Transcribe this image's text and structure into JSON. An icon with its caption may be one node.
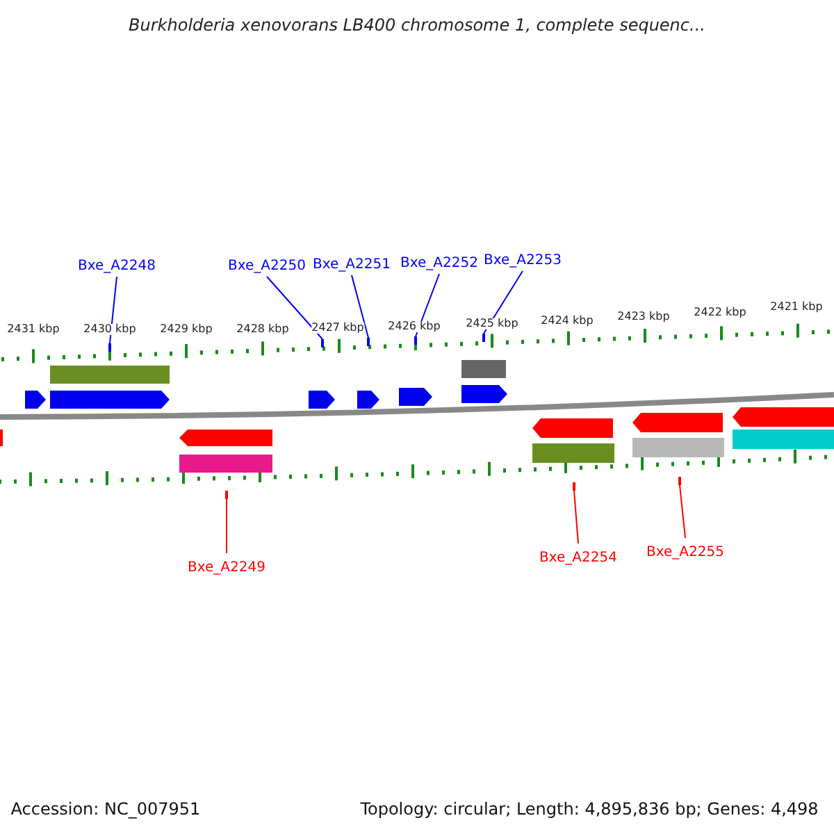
{
  "diagram": {
    "title": "Burkholderia xenovorans LB400 chromosome 1, complete sequenc...",
    "nodes": [
      {
        "text": [
          "Bxe_A2248"
        ]
      },
      {
        "text": [
          "Bxe_A2250"
        ]
      },
      {
        "text": [
          "Bxe_A2251"
        ]
      },
      {
        "text": [
          "Bxe_A2252"
        ]
      },
      {
        "text": [
          "Bxe_A2253"
        ]
      },
      {
        "text": [
          "Bxe_A2249"
        ]
      },
      {
        "text": [
          "Bxe_A2254"
        ]
      },
      {
        "text": [
          "Bxe_A2255"
        ]
      },
      {
        "text": [],
        "shape": "bar"
      },
      {
        "text": [],
        "shape": "bar"
      },
      {
        "text": [],
        "shape": "bar"
      },
      {
        "text": [],
        "shape": "bar"
      },
      {
        "text": [],
        "shape": "bar"
      },
      {
        "text": [],
        "shape": "bar"
      },
      {
        "text": [],
        "shape": "bar"
      },
      {
        "text": [],
        "shape": "bar"
      }
    ],
    "edges": [
      {
        "from": 0,
        "to": 8,
        "arrow": "none"
      },
      {
        "from": 1,
        "to": 9,
        "arrow": "none"
      },
      {
        "from": 2,
        "to": 10,
        "arrow": "none"
      },
      {
        "from": 3,
        "to": 11,
        "arrow": "none"
      },
      {
        "from": 4,
        "to": 12,
        "arrow": "none"
      },
      {
        "from": 5,
        "to": 13,
        "arrow": "none",
        "color": "#ff0000"
      },
      {
        "from": 6,
        "to": 14,
        "arrow": "none",
        "color": "#ff0000"
      },
      {
        "from": 7,
        "to": 15,
        "arrow": "none",
        "color": "#ff0000"
      }
    ],
    "labels": [
      "2431 kbp",
      "2430 kbp",
      "2429 kbp",
      "2428 kbp",
      "2427 kbp",
      "2426 kbp",
      "2425 kbp",
      "2424 kbp",
      "2423 kbp",
      "2422 kbp",
      "2421 kbp",
      "Accession: NC_007951",
      "Topology: circular; Length: 4,895,836 bp; Genes: 4,498"
    ]
  }
}
